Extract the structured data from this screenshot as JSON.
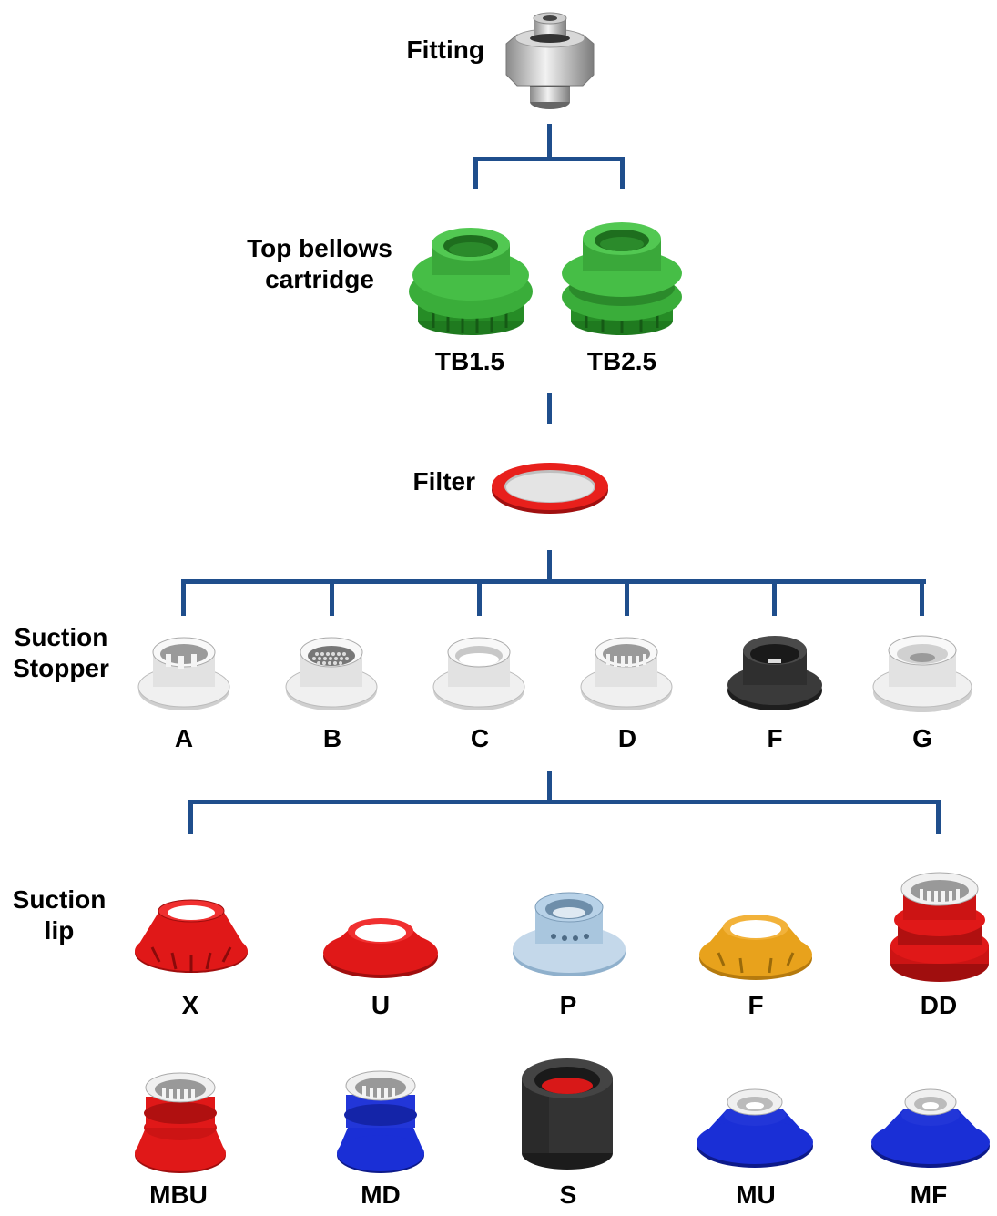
{
  "fitting": {
    "label": "Fitting"
  },
  "top_bellows": {
    "label_line1": "Top bellows",
    "label_line2": "cartridge",
    "items": [
      {
        "code": "TB1.5",
        "color": "#2e9e2e"
      },
      {
        "code": "TB2.5",
        "color": "#2e9e2e"
      }
    ]
  },
  "filter": {
    "label": "Filter",
    "ring_color": "#e8201c"
  },
  "stopper": {
    "label_line1": "Suction",
    "label_line2": "Stopper",
    "items": [
      {
        "code": "A",
        "color": "#e6e6e6"
      },
      {
        "code": "B",
        "color": "#e6e6e6"
      },
      {
        "code": "C",
        "color": "#e6e6e6"
      },
      {
        "code": "D",
        "color": "#e6e6e6"
      },
      {
        "code": "F",
        "color": "#3a3a3a"
      },
      {
        "code": "G",
        "color": "#e6e6e6"
      }
    ]
  },
  "lip": {
    "label_line1": "Suction",
    "label_line2": "lip",
    "row1": [
      {
        "code": "X",
        "color": "#e01818"
      },
      {
        "code": "U",
        "color": "#e01818"
      },
      {
        "code": "P",
        "color": "#a9c6de"
      },
      {
        "code": "F",
        "color": "#e8a21c"
      },
      {
        "code": "DD",
        "color": "#e01818"
      }
    ],
    "row2": [
      {
        "code": "MBU",
        "color": "#e01818"
      },
      {
        "code": "MD",
        "color": "#1a2fd6"
      },
      {
        "code": "S",
        "color": "#333333"
      },
      {
        "code": "MU",
        "color": "#1a2fd6"
      },
      {
        "code": "MF",
        "color": "#1a2fd6"
      }
    ]
  },
  "colors": {
    "connector": "#1f4e8c"
  }
}
